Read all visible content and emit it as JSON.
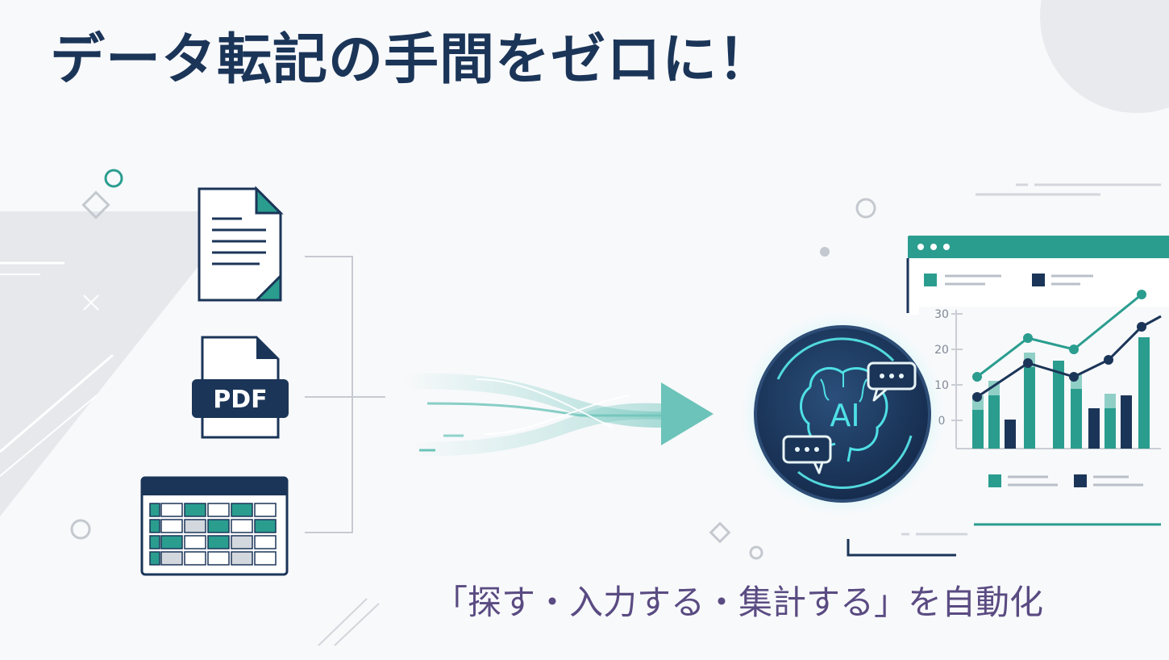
{
  "headline": "データ転記の手間をゼロに！",
  "tagline": "「探す・入力する・集計する」を自動化",
  "inputs": {
    "pdf_label": "PDF"
  },
  "ai_badge": {
    "label": "AI"
  },
  "dashboard": {
    "y_ticks": [
      "30",
      "20",
      "10",
      "0"
    ]
  },
  "colors": {
    "navy": "#1b3558",
    "teal": "#2a9d8f",
    "purple": "#5a4b82",
    "glow": "#4fe0e6"
  },
  "icons": [
    "document-icon",
    "pdf-file-icon",
    "spreadsheet-icon",
    "flow-arrow-icon",
    "ai-brain-icon",
    "chat-bubble-icon",
    "dashboard-chart-icon"
  ]
}
